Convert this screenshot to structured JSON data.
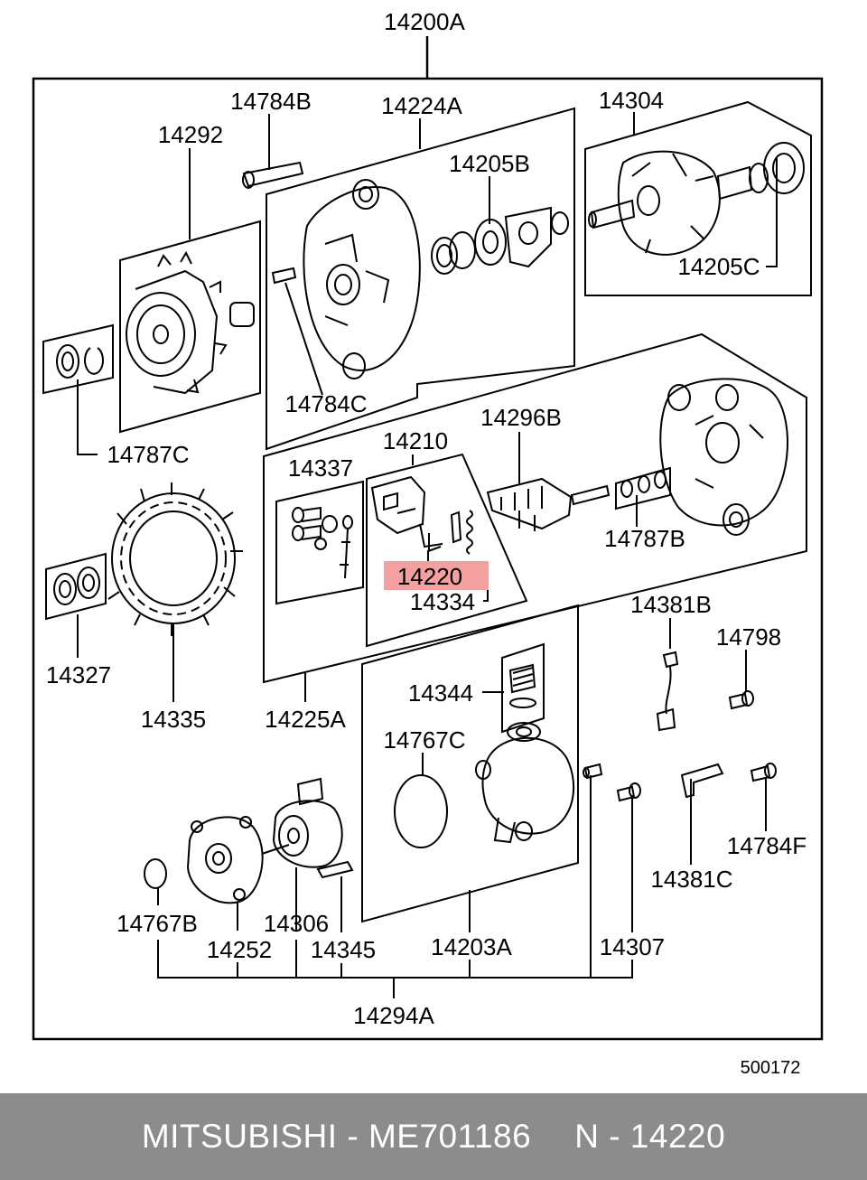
{
  "diagram": {
    "ref_number": "500172",
    "highlight_color": "#f4a0a0",
    "labels": {
      "assembly": "14200A",
      "bolt_top": "14784B",
      "front_bracket": "14224A",
      "rotor": "14304",
      "pulley_fan": "14292",
      "bearing_front": "14205B",
      "bearing_rear": "14205C",
      "bolt_front": "14784C",
      "spacer_front": "14787C",
      "regulator": "14296B",
      "brush_holder_kit": "14210",
      "screw_kit": "14337",
      "spacer_rear": "14787B",
      "brush": "14220",
      "spring": "14334",
      "stator_bearing": "14327",
      "stator": "14335",
      "rear_bracket": "14225A",
      "lead_wire": "14381B",
      "bolt_b": "14798",
      "terminal": "14344",
      "oring": "14767C",
      "bolt_f": "14784F",
      "clip": "14381C",
      "vacuum_pump": "14203A",
      "pin": "14307",
      "seal": "14767B",
      "pump_cover": "14252",
      "rotor_vacuum": "14306",
      "vane": "14345",
      "pump_assembly": "14294A"
    }
  },
  "footer": {
    "brand": "MITSUBISHI",
    "separator": "-",
    "part_number": "ME701186",
    "ref_prefix": "N - ",
    "ref_code": "14220"
  }
}
